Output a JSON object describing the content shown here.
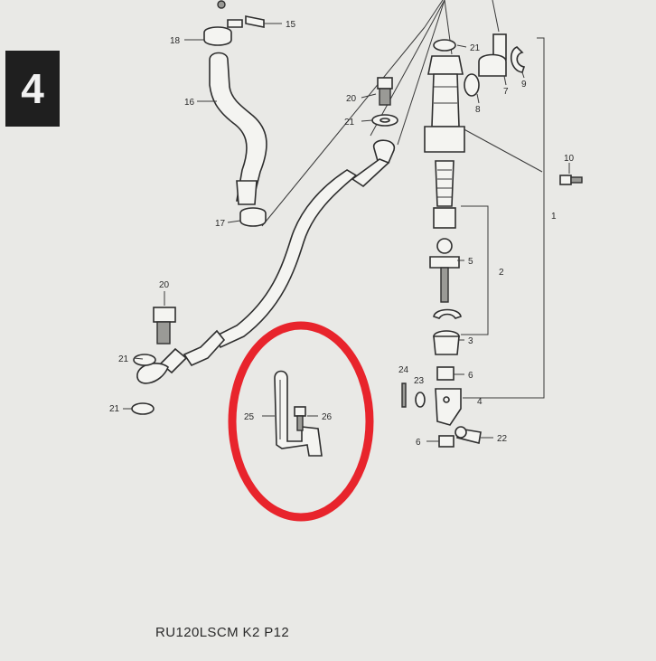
{
  "section_number": "4",
  "caption": "RU120LSCM K2 P12",
  "highlight_color": "#e8242c",
  "callouts": {
    "c1": "1",
    "c2": "2",
    "c3": "3",
    "c4": "4",
    "c5": "5",
    "c6a": "6",
    "c6b": "6",
    "c7": "7",
    "c8": "8",
    "c9": "9",
    "c10": "10",
    "c15": "15",
    "c16": "16",
    "c17": "17",
    "c18": "18",
    "c20a": "20",
    "c20b": "20",
    "c21a": "21",
    "c21b": "21",
    "c21c": "21",
    "c21d": "21",
    "c22": "22",
    "c23": "23",
    "c24": "24",
    "c25": "25",
    "c26": "26"
  }
}
